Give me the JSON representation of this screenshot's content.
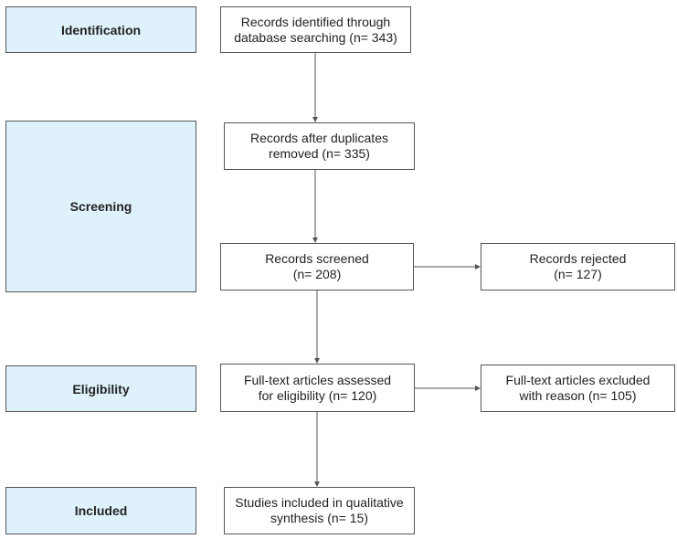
{
  "stages": {
    "identification": "Identification",
    "screening": "Screening",
    "eligibility": "Eligibility",
    "included": "Included"
  },
  "boxes": {
    "identified": "Records identified through\ndatabase searching (n= 343)",
    "after_duplicates": "Records after duplicates\nremoved (n= 335)",
    "screened": "Records screened\n(n= 208)",
    "rejected": "Records rejected\n(n= 127)",
    "fulltext_assessed": "Full-text articles assessed\nfor eligibility (n= 120)",
    "fulltext_excluded": "Full-text articles excluded\nwith reason (n= 105)",
    "included_studies": "Studies included in qualitative\nsynthesis (n= 15)"
  },
  "colors": {
    "stage_fill": "#dff2fb",
    "border": "#555555",
    "arrow": "#555555"
  }
}
